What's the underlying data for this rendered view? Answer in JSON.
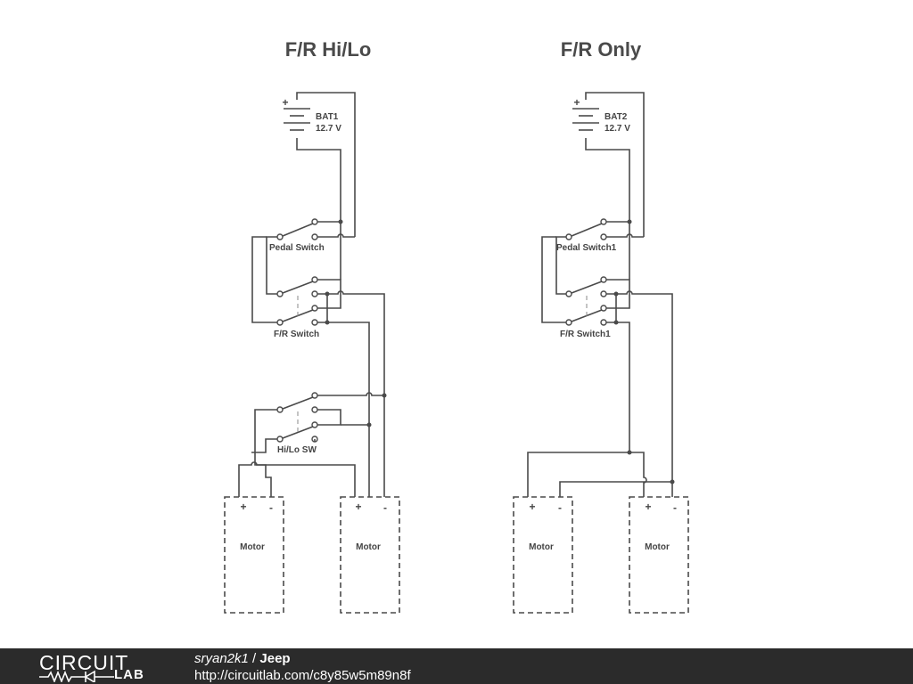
{
  "titles": {
    "left": "F/R Hi/Lo",
    "right": "F/R Only"
  },
  "left": {
    "battery": {
      "name": "BAT1",
      "voltage": "12.7 V",
      "plus": "+"
    },
    "pedal_switch": "Pedal Switch",
    "fr_switch": "F/R Switch",
    "hilo_switch": "Hi/Lo SW",
    "motors": [
      {
        "label": "Motor",
        "plus": "+",
        "minus": "-"
      },
      {
        "label": "Motor",
        "plus": "+",
        "minus": "-"
      }
    ]
  },
  "right": {
    "battery": {
      "name": "BAT2",
      "voltage": "12.7 V",
      "plus": "+"
    },
    "pedal_switch": "Pedal Switch1",
    "fr_switch": "F/R Switch1",
    "motors": [
      {
        "label": "Motor",
        "plus": "+",
        "minus": "-"
      },
      {
        "label": "Motor",
        "plus": "+",
        "minus": "-"
      }
    ]
  },
  "footer": {
    "logo_top": "CIRCUIT",
    "logo_bottom": "LAB",
    "user": "sryan2k1",
    "separator": " / ",
    "project": "Jeep",
    "url": "http://circuitlab.com/c8y85w5m89n8f"
  }
}
